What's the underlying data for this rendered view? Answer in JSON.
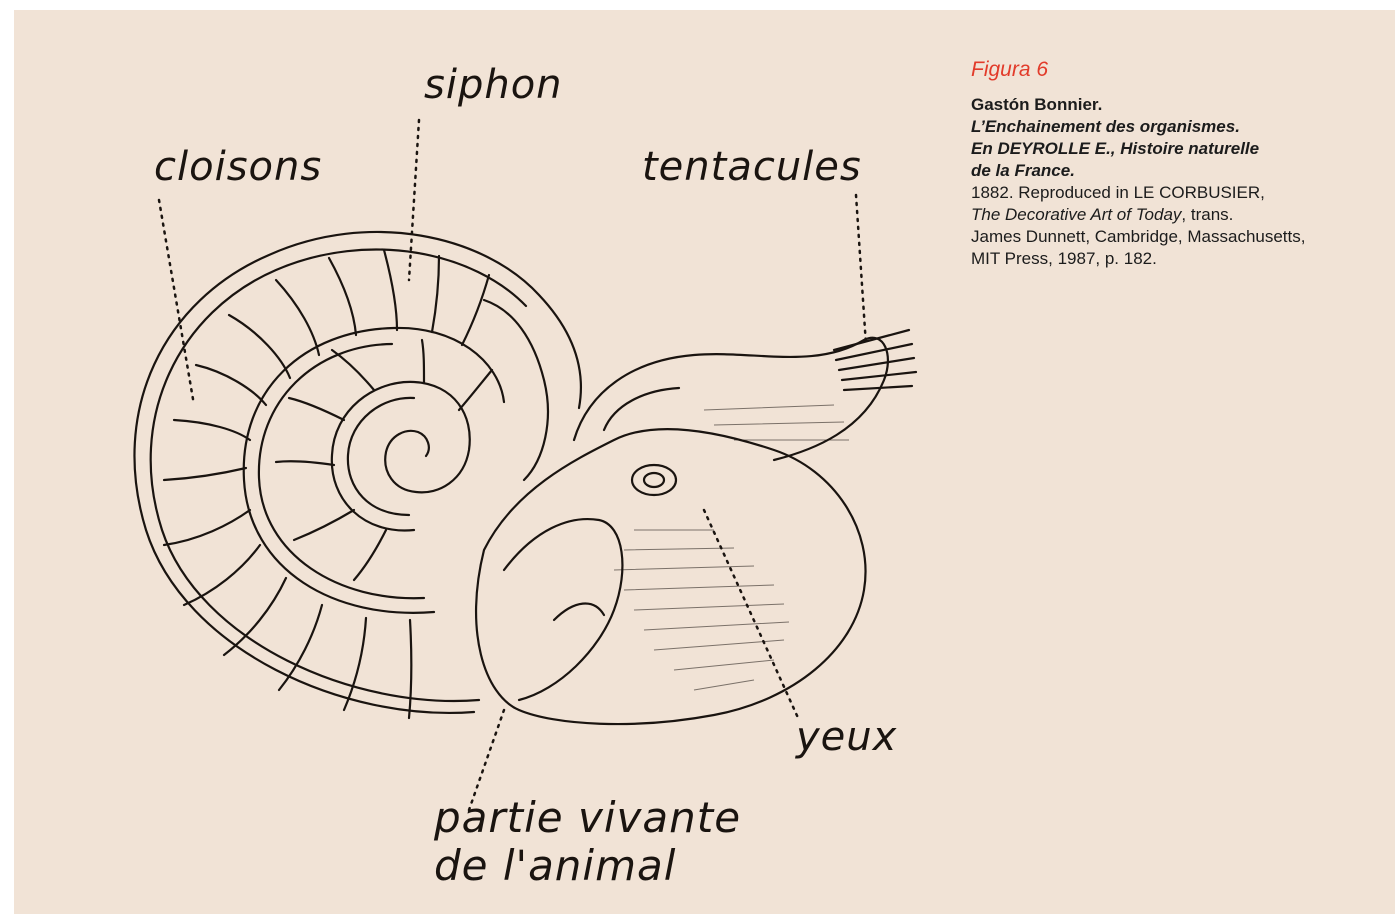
{
  "figure": {
    "label": "Figura 6",
    "labels": {
      "siphon": "siphon",
      "cloisons": "cloisons",
      "tentacules": "tentacules",
      "yeux": "yeux",
      "partie_line1": "partie vivante",
      "partie_line2": "de l'animal"
    }
  },
  "caption": {
    "author": "Gastón Bonnier.",
    "title_lines": [
      "L’Enchainement des organismes.",
      "En DEYROLLE E., Histoire naturelle",
      "de la France."
    ],
    "line1": "1882. Reproduced in LE CORBUSIER,",
    "line2_italic": "The Decorative Art of Today",
    "line2_rest": ", trans.",
    "line3": "James Dunnett, Cambridge, Massachusetts,",
    "line4": "MIT Press, 1987, p. 182."
  },
  "colors": {
    "background": "#f1e3d6",
    "ink": "#1a1410",
    "accent": "#e23b2a"
  }
}
